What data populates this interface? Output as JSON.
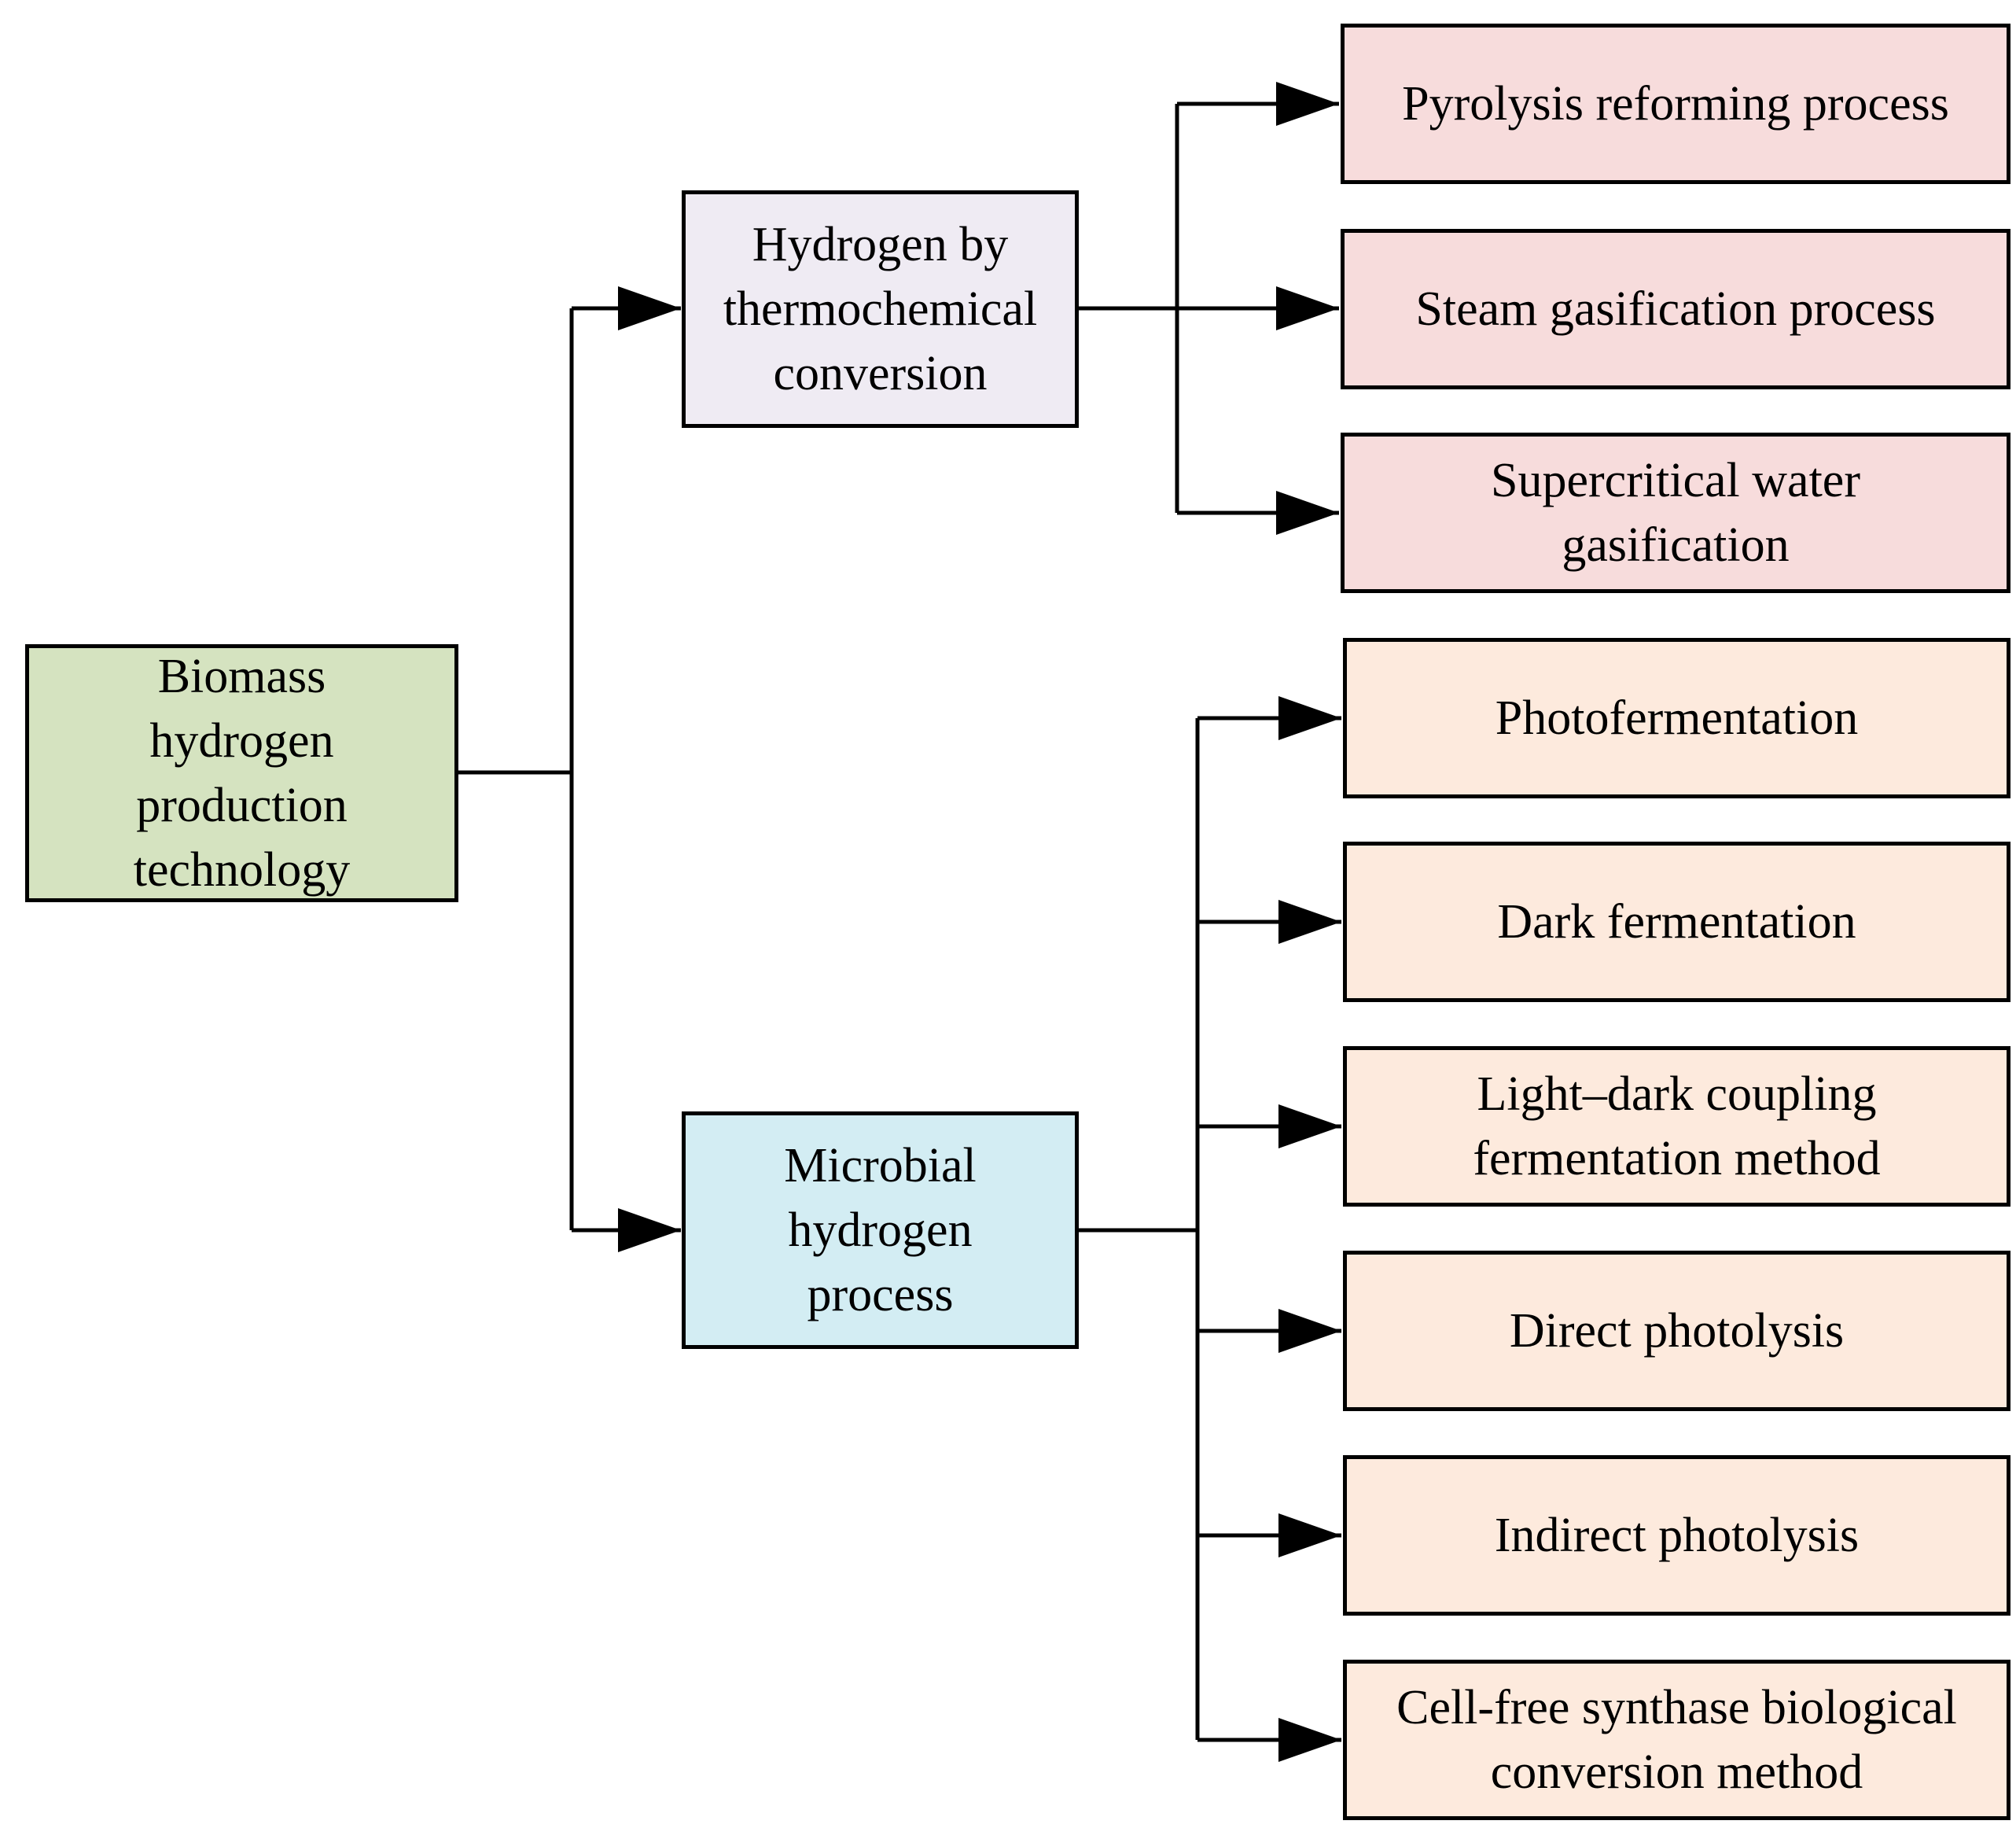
{
  "colors": {
    "root": "#d5e3c0",
    "thermo": "#efebf3",
    "microbial": "#d3edf3",
    "thermo_child": "#f7dcdc",
    "microbial_child": "#fdeadd",
    "line": "#000000"
  },
  "root": {
    "label": "Biomass\nhydrogen\nproduction\ntechnology"
  },
  "branches": [
    {
      "label": "Hydrogen by\nthermochemical\nconversion",
      "children": [
        "Pyrolysis reforming process",
        "Steam gasification process",
        "Supercritical water\ngasification"
      ]
    },
    {
      "label": "Microbial\nhydrogen\nprocess",
      "children": [
        "Photofermentation",
        "Dark fermentation",
        "Light–dark coupling\nfermentation method",
        "Direct photolysis",
        "Indirect photolysis",
        "Cell-free synthase biological\nconversion method"
      ]
    }
  ]
}
